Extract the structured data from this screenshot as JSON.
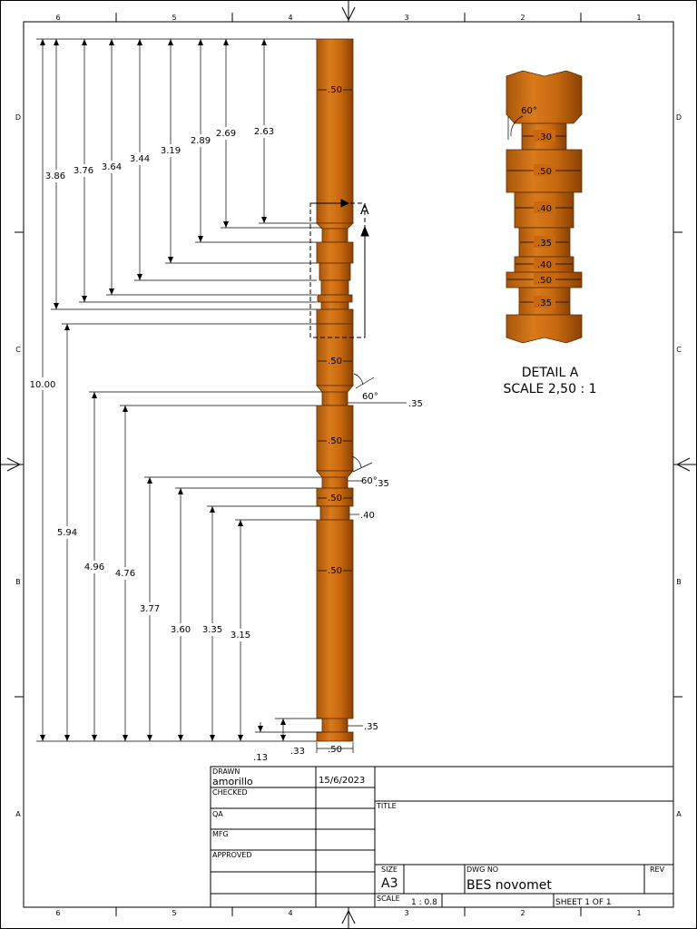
{
  "border": {
    "columns": [
      "6",
      "5",
      "4",
      "3",
      "2",
      "1"
    ],
    "rows": [
      "D",
      "C",
      "B",
      "A"
    ]
  },
  "dimensions": {
    "left": [
      "10.00",
      "3.86",
      "3.76",
      "3.64",
      "3.44",
      "3.19",
      "2.89",
      "2.69",
      "2.63",
      "5.94",
      "4.96",
      "4.76",
      "3.77",
      "3.60",
      "3.35",
      "3.15"
    ],
    "bottom": [
      ".13",
      ".33"
    ],
    "diameters": [
      ".50",
      ".50",
      ".50",
      ".50",
      ".50",
      ".50"
    ],
    "right": [
      ".35",
      ".35",
      ".40",
      ".35"
    ],
    "angles": [
      "60°",
      "60°"
    ]
  },
  "section_letter": "A",
  "detail": {
    "title": "DETAIL  A",
    "scale": "SCALE 2,50 : 1",
    "angle": "60°",
    "diameters": [
      ".30",
      ".50",
      ".40",
      ".35",
      ".40",
      ".50",
      ".35"
    ]
  },
  "title_block": {
    "drawn_label": "DRAWN",
    "drawn_by": "amorillo",
    "date": "15/6/2023",
    "checked_label": "CHECKED",
    "qa_label": "QA",
    "mfg_label": "MFG",
    "approved_label": "APPROVED",
    "title_label": "TITLE",
    "size_label": "SIZE",
    "size": "A3",
    "dwg_no_label": "DWG NO",
    "dwg_no": "BES novomet",
    "rev_label": "REV",
    "scale_label": "SCALE",
    "scale": "1 : 0.8",
    "sheet": "SHEET 1   OF 1"
  },
  "colors": {
    "part": "#c8690f",
    "part_dark": "#8a4204",
    "line": "#000000"
  }
}
